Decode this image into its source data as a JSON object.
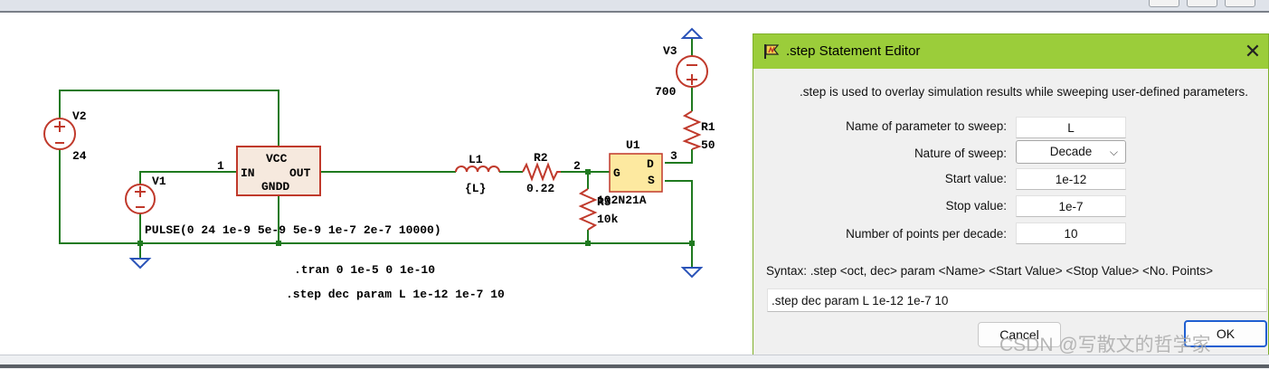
{
  "schematic": {
    "v2": {
      "name": "V2",
      "value": "24"
    },
    "v1": {
      "name": "V1",
      "value": "PULSE(0 24 1e-9 5e-9 5e-9 1e-7 2e-7 10000)"
    },
    "v3": {
      "name": "V3",
      "value": "700"
    },
    "driver": {
      "vcc": "VCC",
      "in": "IN",
      "out": "OUT",
      "gndd": "GNDD"
    },
    "node_labels": {
      "n1": "1",
      "n2": "2",
      "n3": "3"
    },
    "l1": {
      "name": "L1",
      "value": "{L}"
    },
    "r2": {
      "name": "R2",
      "value": "0.22"
    },
    "r3": {
      "name": "R3",
      "value": "10k"
    },
    "r1": {
      "name": "R1",
      "value": "50"
    },
    "u1": {
      "name": "U1",
      "part": "102N21A",
      "g": "G",
      "d": "D",
      "s": "S"
    },
    "directives": {
      "tran": ".tran 0 1e-5 0 1e-10",
      "step": ".step dec param L 1e-12 1e-7 10"
    }
  },
  "dialog": {
    "title": ".step Statement Editor",
    "close_label": "✕",
    "description": ".step is used to overlay simulation results while sweeping user-defined parameters.",
    "fields": {
      "param_label": "Name of parameter to sweep:",
      "param_value": "L",
      "nature_label": "Nature of sweep:",
      "nature_value": "Decade",
      "start_label": "Start value:",
      "start_value": "1e-12",
      "stop_label": "Stop value:",
      "stop_value": "1e-7",
      "points_label": "Number of points per decade:",
      "points_value": "10"
    },
    "syntax": "Syntax:  .step <oct, dec> param <Name> <Start Value> <Stop Value> <No. Points>",
    "statement": ".step dec param L 1e-12 1e-7 10",
    "cancel_label": "Cancel",
    "ok_label": "OK"
  },
  "watermark": "CSDN @写散文的哲学家",
  "colors": {
    "wire": "#1f7a1f",
    "component": "#c0392b",
    "ground": "#2a53b8",
    "title_bar": "#9bcd3a"
  }
}
